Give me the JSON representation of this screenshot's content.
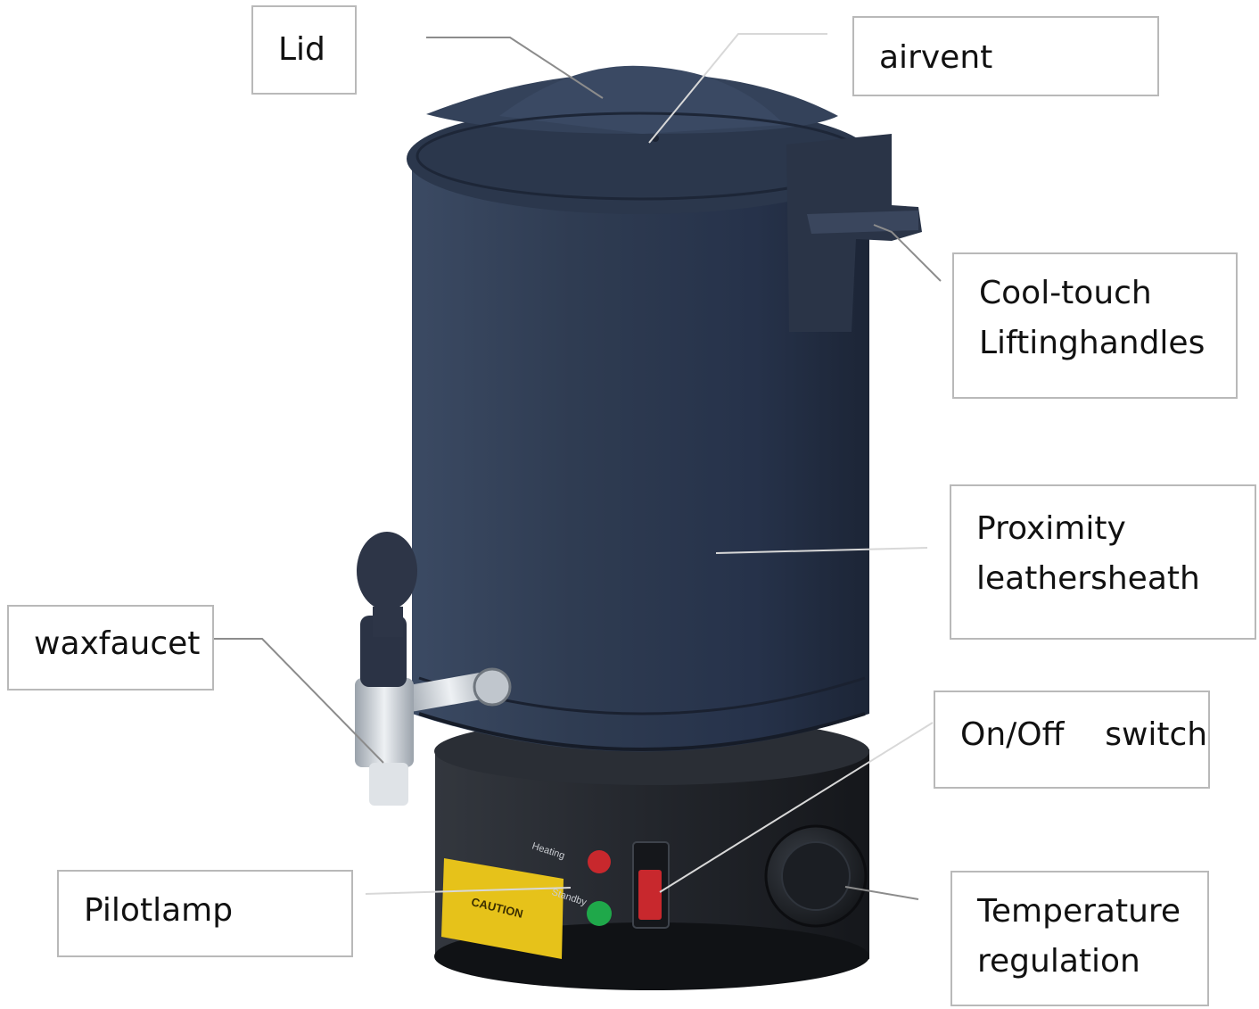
{
  "labels": {
    "lid": "Lid",
    "airvent": "airvent",
    "handles_line1": "Cool-touch",
    "handles_line2": "Liftinghandles",
    "sheath_line1": "Proximity",
    "sheath_line2": "leathersheath",
    "faucet": "waxfaucet",
    "switch": "On/Off    switch",
    "pilot": "Pilotlamp",
    "temp_line1": "Temperature",
    "temp_line2": "regulation"
  },
  "product_panel": {
    "lamp_heating": "Heating",
    "lamp_standby": "Standby",
    "caution": "CAUTION"
  },
  "colors": {
    "body": "#2f3c52",
    "base": "#1f2228",
    "lamp_red": "#c8282d",
    "lamp_green": "#1fa84a",
    "caution": "#e6c21a",
    "faucet_metal": "#c9cfd6"
  },
  "icons": [
    "wax-warmer-illustration"
  ]
}
